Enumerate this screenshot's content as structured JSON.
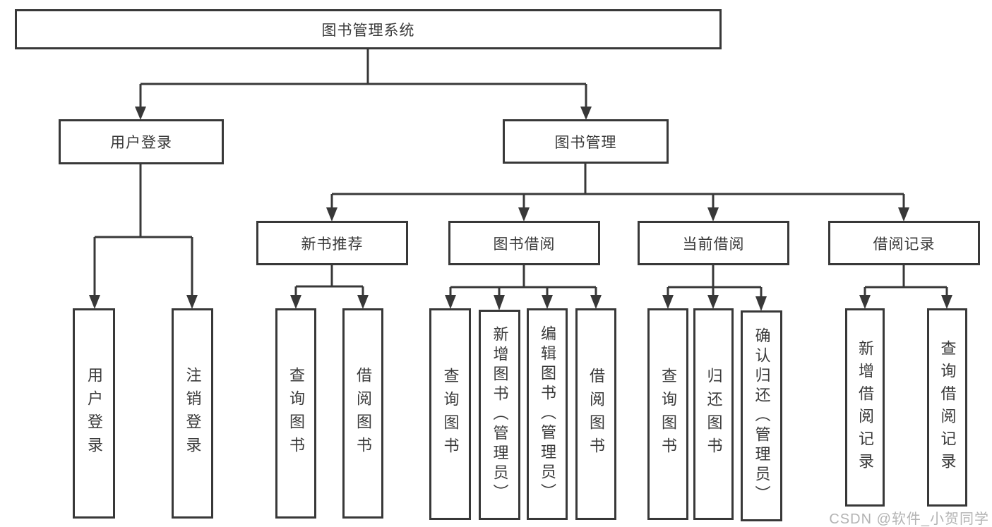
{
  "diagram": {
    "title": "图书管理系统",
    "root": {
      "label": "图书管理系统"
    },
    "level2": [
      {
        "id": "user-login",
        "label": "用户登录"
      },
      {
        "id": "book-management",
        "label": "图书管理"
      }
    ],
    "level3": [
      {
        "id": "new-book-recommend",
        "label": "新书推荐",
        "parent": "book-management"
      },
      {
        "id": "book-borrow",
        "label": "图书借阅",
        "parent": "book-management"
      },
      {
        "id": "current-borrow",
        "label": "当前借阅",
        "parent": "book-management"
      },
      {
        "id": "borrow-record",
        "label": "借阅记录",
        "parent": "book-management"
      }
    ],
    "leaves": {
      "user_login": [
        {
          "label": "用户登录"
        },
        {
          "label": "注销登录"
        }
      ],
      "new_book": [
        {
          "label": "查询图书"
        },
        {
          "label": "借阅图书"
        }
      ],
      "book_borrow": [
        {
          "label": "查询图书"
        },
        {
          "label": "新增图书（管理员）"
        },
        {
          "label": "编辑图书（管理员）"
        },
        {
          "label": "借阅图书"
        }
      ],
      "current_borrow": [
        {
          "label": "查询图书"
        },
        {
          "label": "归还图书"
        },
        {
          "label": "确认归还（管理员）"
        }
      ],
      "borrow_record": [
        {
          "label": "新增借阅记录"
        },
        {
          "label": "查询借阅记录"
        }
      ]
    },
    "watermark": "CSDN @软件_小贺同学",
    "colors": {
      "line": "#383838",
      "text": "#3a3a3a",
      "box_background": "#ffffff",
      "watermark": "#b3b3b3",
      "page_background": "#ffffff"
    }
  }
}
